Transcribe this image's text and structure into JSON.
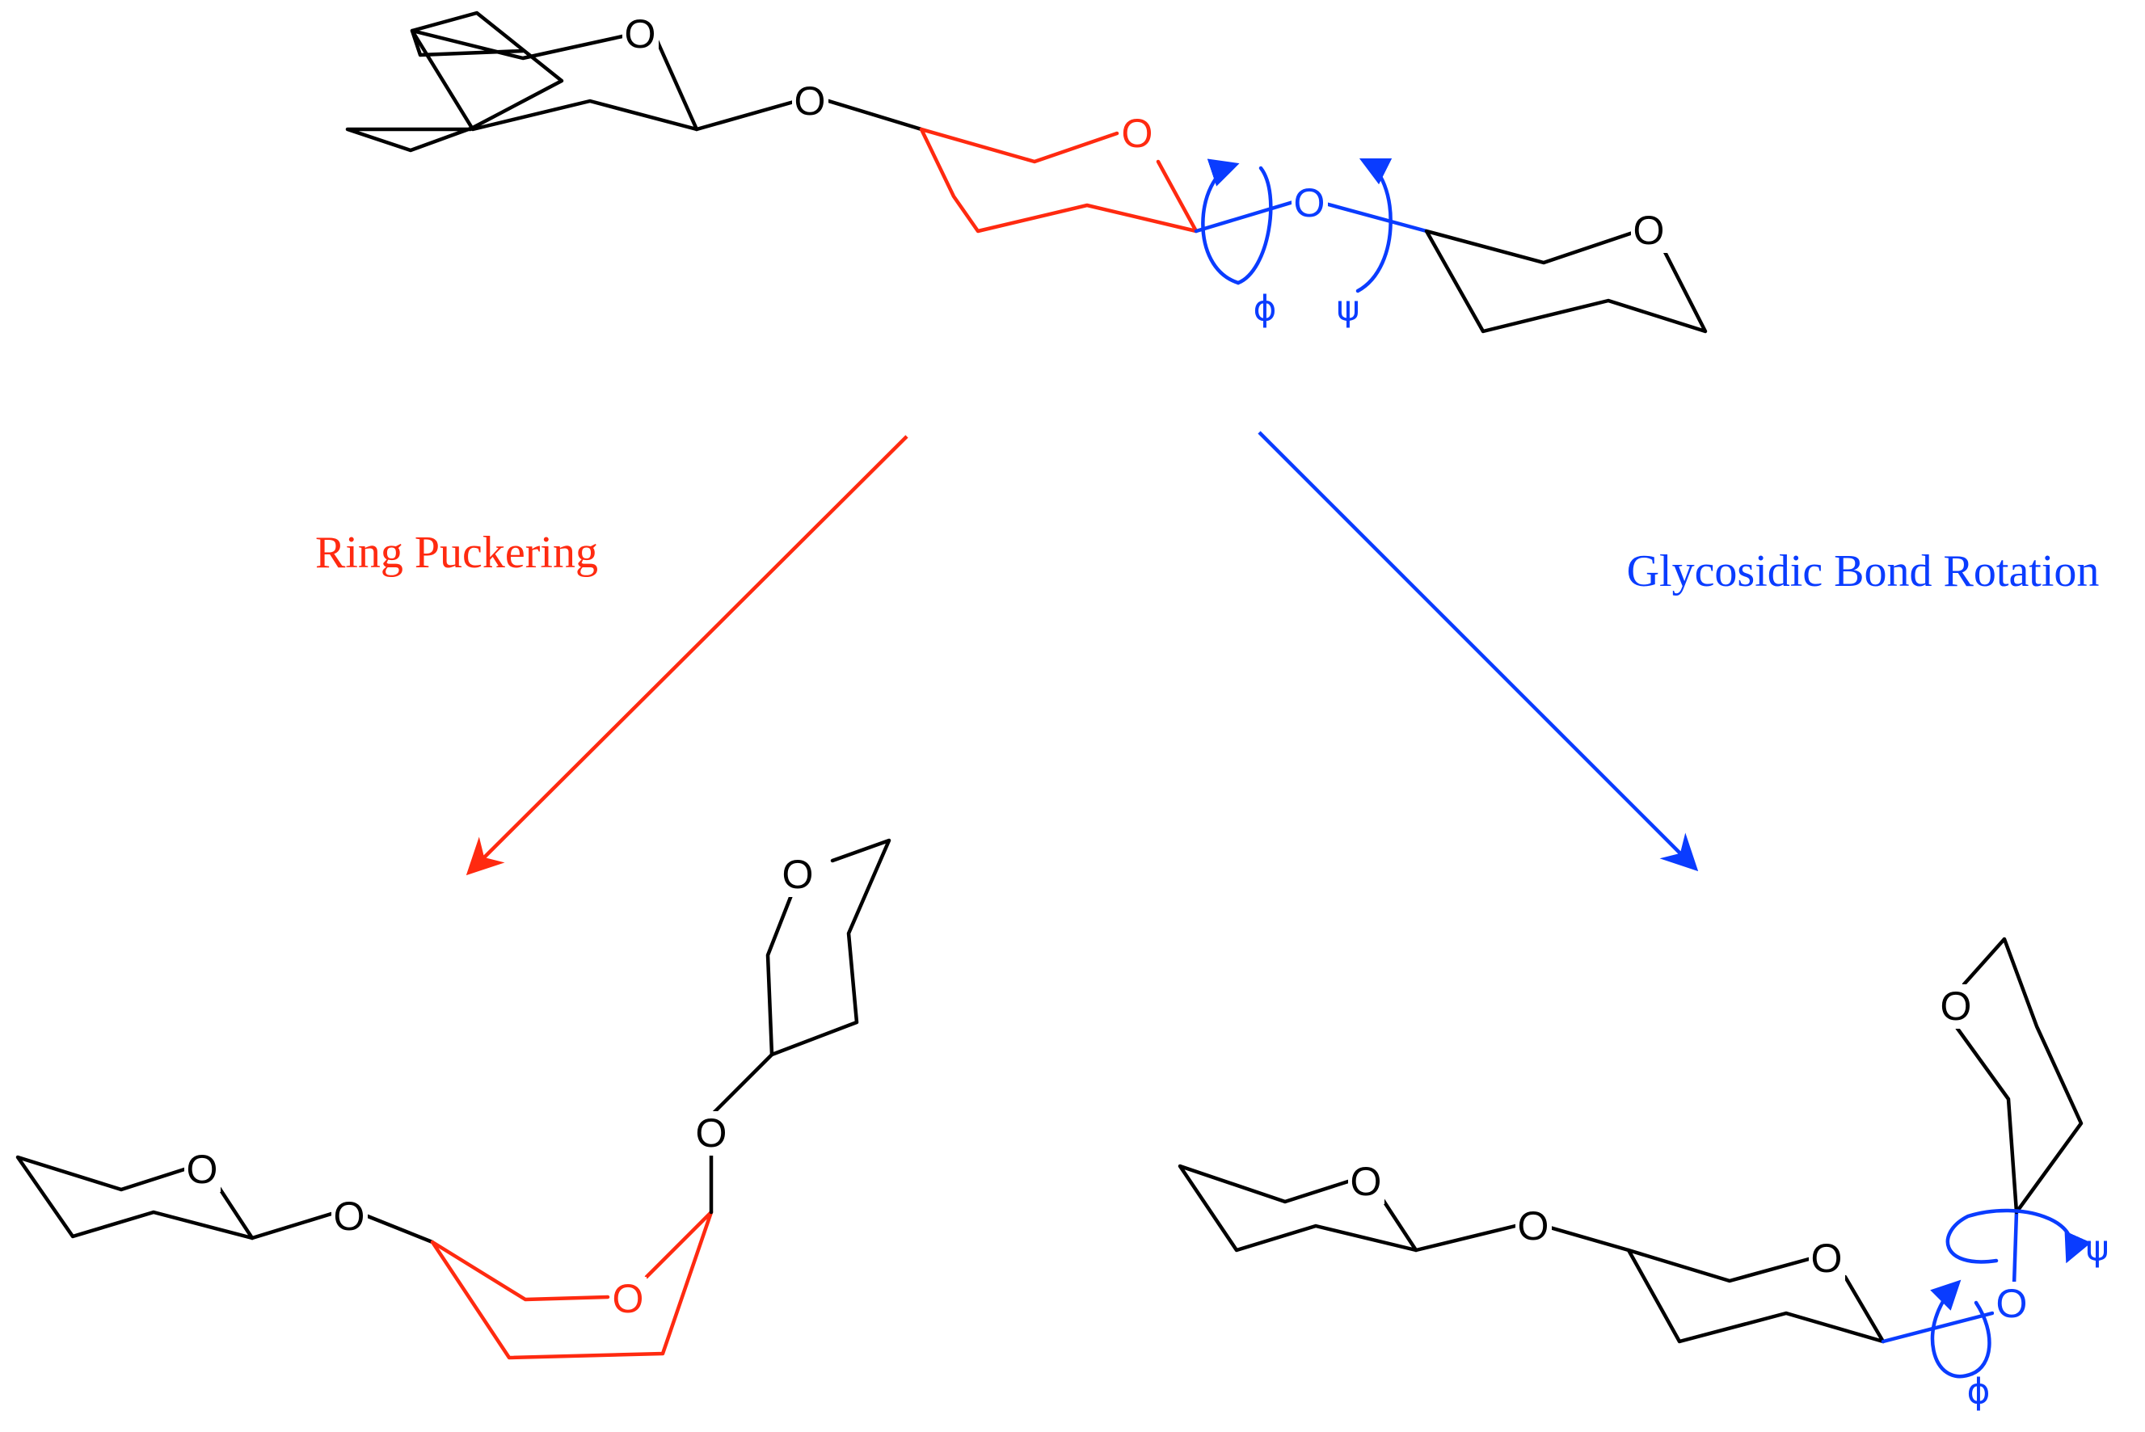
{
  "pathways": {
    "left": {
      "label": "Ring Puckering",
      "color": "#ff2a10"
    },
    "right": {
      "label": "Glycosidic Bond Rotation",
      "color": "#0a3cff"
    }
  },
  "atoms": {
    "oxygen": "O"
  },
  "torsions": {
    "phi": "ϕ",
    "psi": "ψ"
  },
  "colors": {
    "bond": "#000000",
    "ring_pucker": "#ff2a10",
    "glycosidic": "#0a3cff"
  }
}
